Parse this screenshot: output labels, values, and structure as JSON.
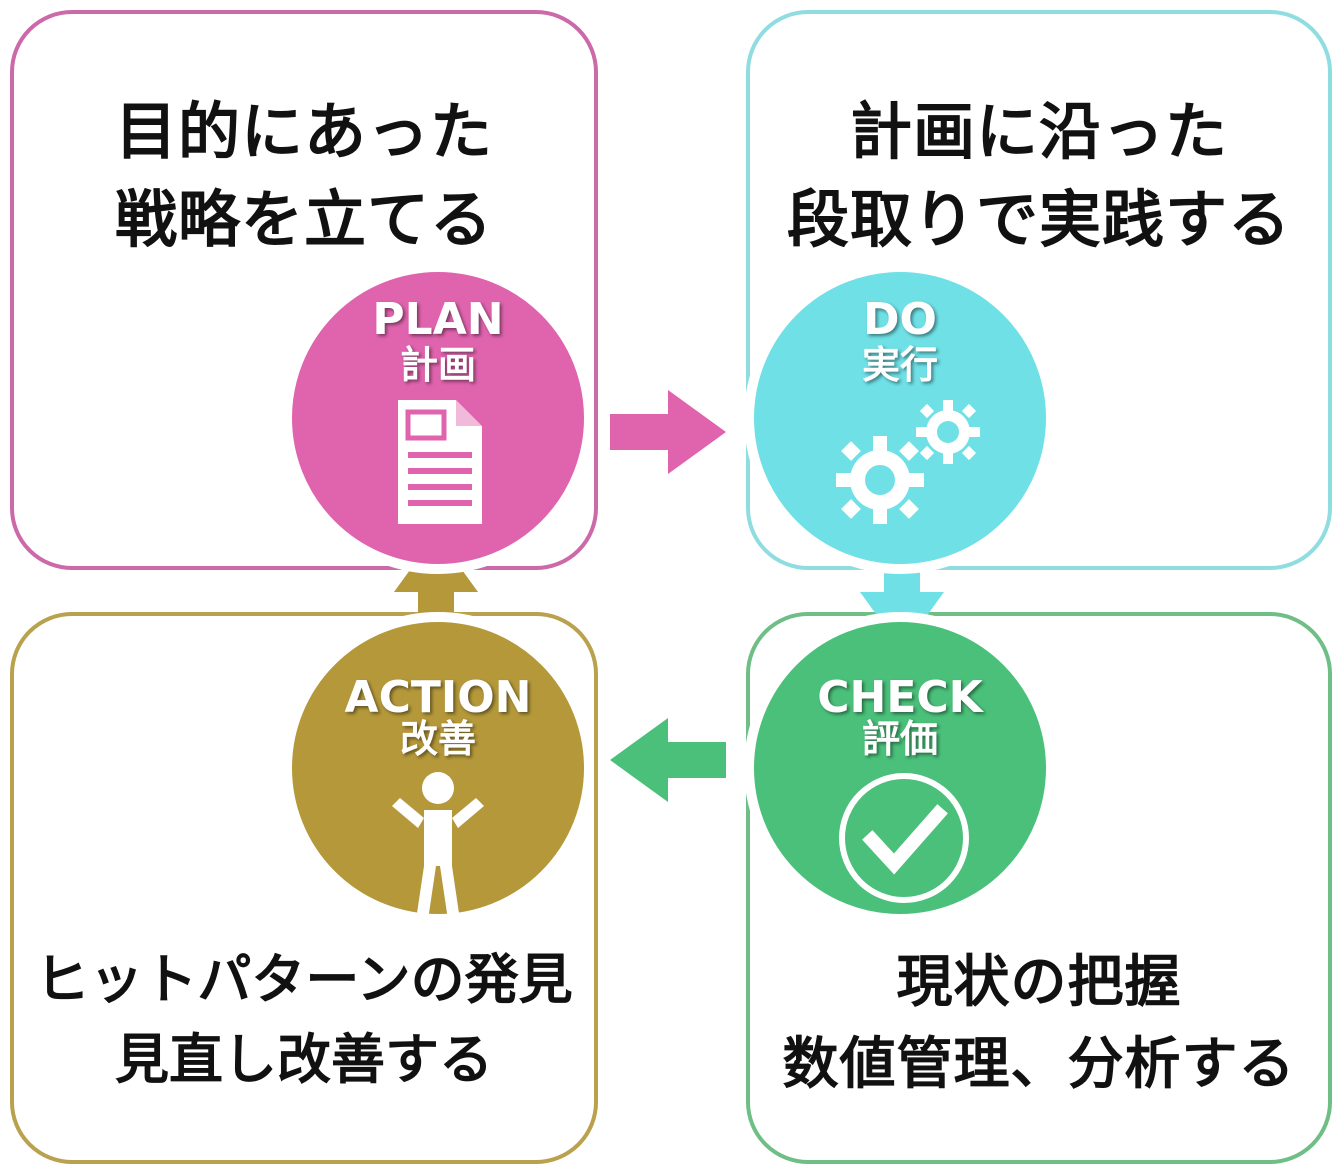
{
  "plan": {
    "description": [
      "目的にあった",
      "戦略を立てる"
    ],
    "title": "PLAN",
    "subtitle": "計画",
    "icon": "document-icon",
    "color": "#df63ad",
    "border_color": "#cc6aa9"
  },
  "do": {
    "description": [
      "計画に沿った",
      "段取りで実践する"
    ],
    "title": "DO",
    "subtitle": "実行",
    "icon": "gears-icon",
    "color": "#6ee0e6",
    "border_color": "#8fdde0"
  },
  "check": {
    "description": [
      "現状の把握",
      "数値管理、分析する"
    ],
    "title": "CHECK",
    "subtitle": "評価",
    "icon": "checkmark-circle-icon",
    "color": "#4ac07a",
    "border_color": "#6fbe86"
  },
  "action": {
    "description": [
      "ヒットパターンの発見",
      "見直し改善する"
    ],
    "title": "ACTION",
    "subtitle": "改善",
    "icon": "person-icon",
    "color": "#b4983a",
    "border_color": "#b9a14e"
  },
  "arrows": [
    "plan-to-do",
    "do-to-check",
    "check-to-action",
    "action-to-plan"
  ]
}
